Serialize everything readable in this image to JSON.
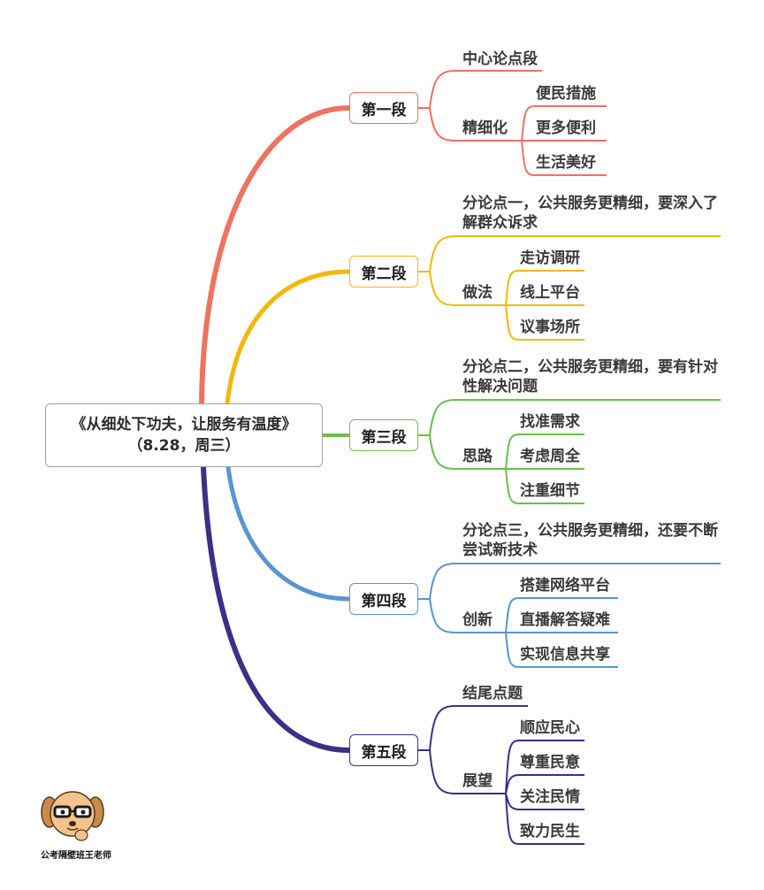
{
  "root": {
    "line1": "《从细处下功夫，让服务有温度》",
    "line2": "（8.28，周三）"
  },
  "colors": {
    "red": "#ee7360",
    "yellow": "#f3b80c",
    "green": "#6cbf4b",
    "blue": "#5a95d0",
    "purple": "#3e2f86"
  },
  "sections": [
    {
      "label": "第一段",
      "point": "中心论点段",
      "group": "精细化",
      "items": [
        "便民措施",
        "更多便利",
        "生活美好"
      ]
    },
    {
      "label": "第二段",
      "point": "分论点一，公共服务更精细，要深入了解群众诉求",
      "group": "做法",
      "items": [
        "走访调研",
        "线上平台",
        "议事场所"
      ]
    },
    {
      "label": "第三段",
      "point": "分论点二，公共服务更精细，要有针对性解决问题",
      "group": "思路",
      "items": [
        "找准需求",
        "考虑周全",
        "注重细节"
      ]
    },
    {
      "label": "第四段",
      "point": "分论点三，公共服务更精细，还要不断尝试新技术",
      "group": "创新",
      "items": [
        "搭建网络平台",
        "直播解答疑难",
        "实现信息共享"
      ]
    },
    {
      "label": "第五段",
      "point": "结尾点题",
      "group": "展望",
      "items": [
        "顺应民心",
        "尊重民意",
        "关注民情",
        "致力民生"
      ]
    }
  ],
  "logo": {
    "caption": "公考隔壁班王老师",
    "icon": "cartoon-dog-with-glasses-icon"
  }
}
